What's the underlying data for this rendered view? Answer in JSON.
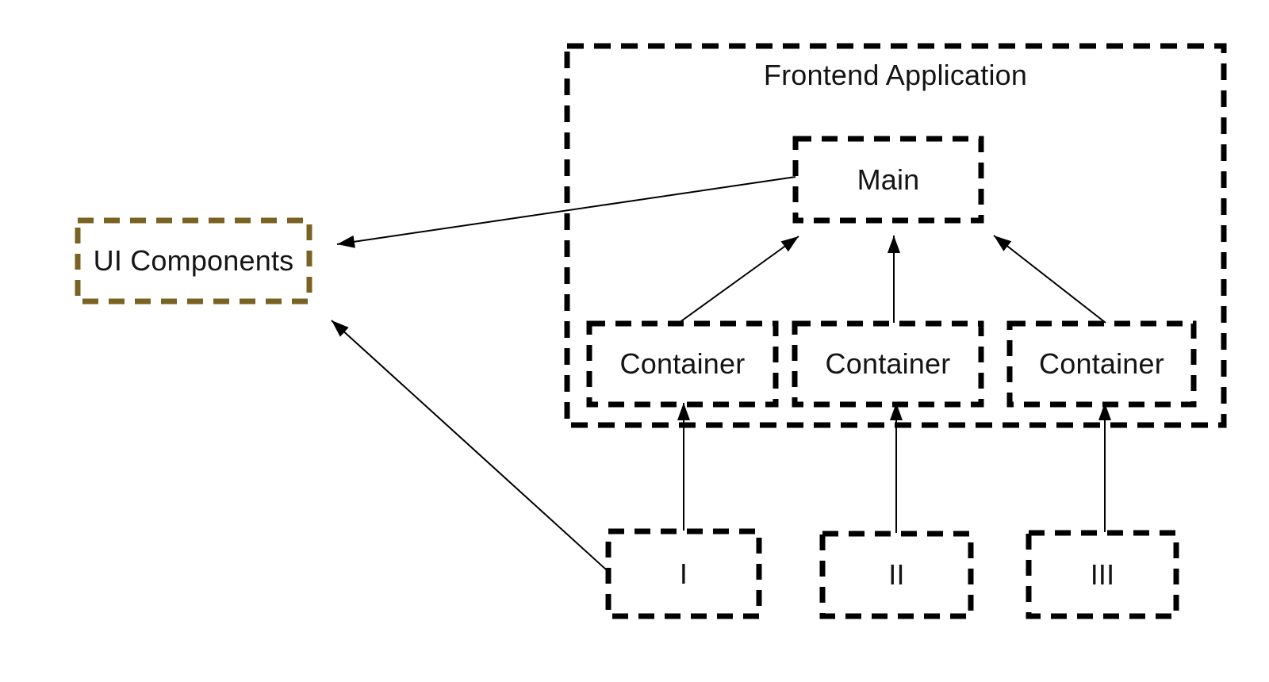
{
  "diagram": {
    "background_color": "#ffffff",
    "line_color": "#000000",
    "box_border_color": "#000000",
    "ui_components_border_color": "#7a6322",
    "text_color": "#141414",
    "nodes": {
      "frontend_application": {
        "label": "Frontend Application"
      },
      "main": {
        "label": "Main"
      },
      "container_left": {
        "label": "Container"
      },
      "container_middle": {
        "label": "Container"
      },
      "container_right": {
        "label": "Container"
      },
      "ui_components": {
        "label": "UI Components"
      },
      "module_i": {
        "label": "I"
      },
      "module_ii": {
        "label": "II"
      },
      "module_iii": {
        "label": "III"
      }
    },
    "edges": [
      {
        "from": "Main",
        "to": "UI Components"
      },
      {
        "from": "I",
        "to": "UI Components"
      },
      {
        "from": "Container (left)",
        "to": "Main"
      },
      {
        "from": "Container (middle)",
        "to": "Main"
      },
      {
        "from": "Container (right)",
        "to": "Main"
      },
      {
        "from": "I",
        "to": "Container (left)"
      },
      {
        "from": "II",
        "to": "Container (middle)"
      },
      {
        "from": "III",
        "to": "Container (right)"
      }
    ]
  }
}
